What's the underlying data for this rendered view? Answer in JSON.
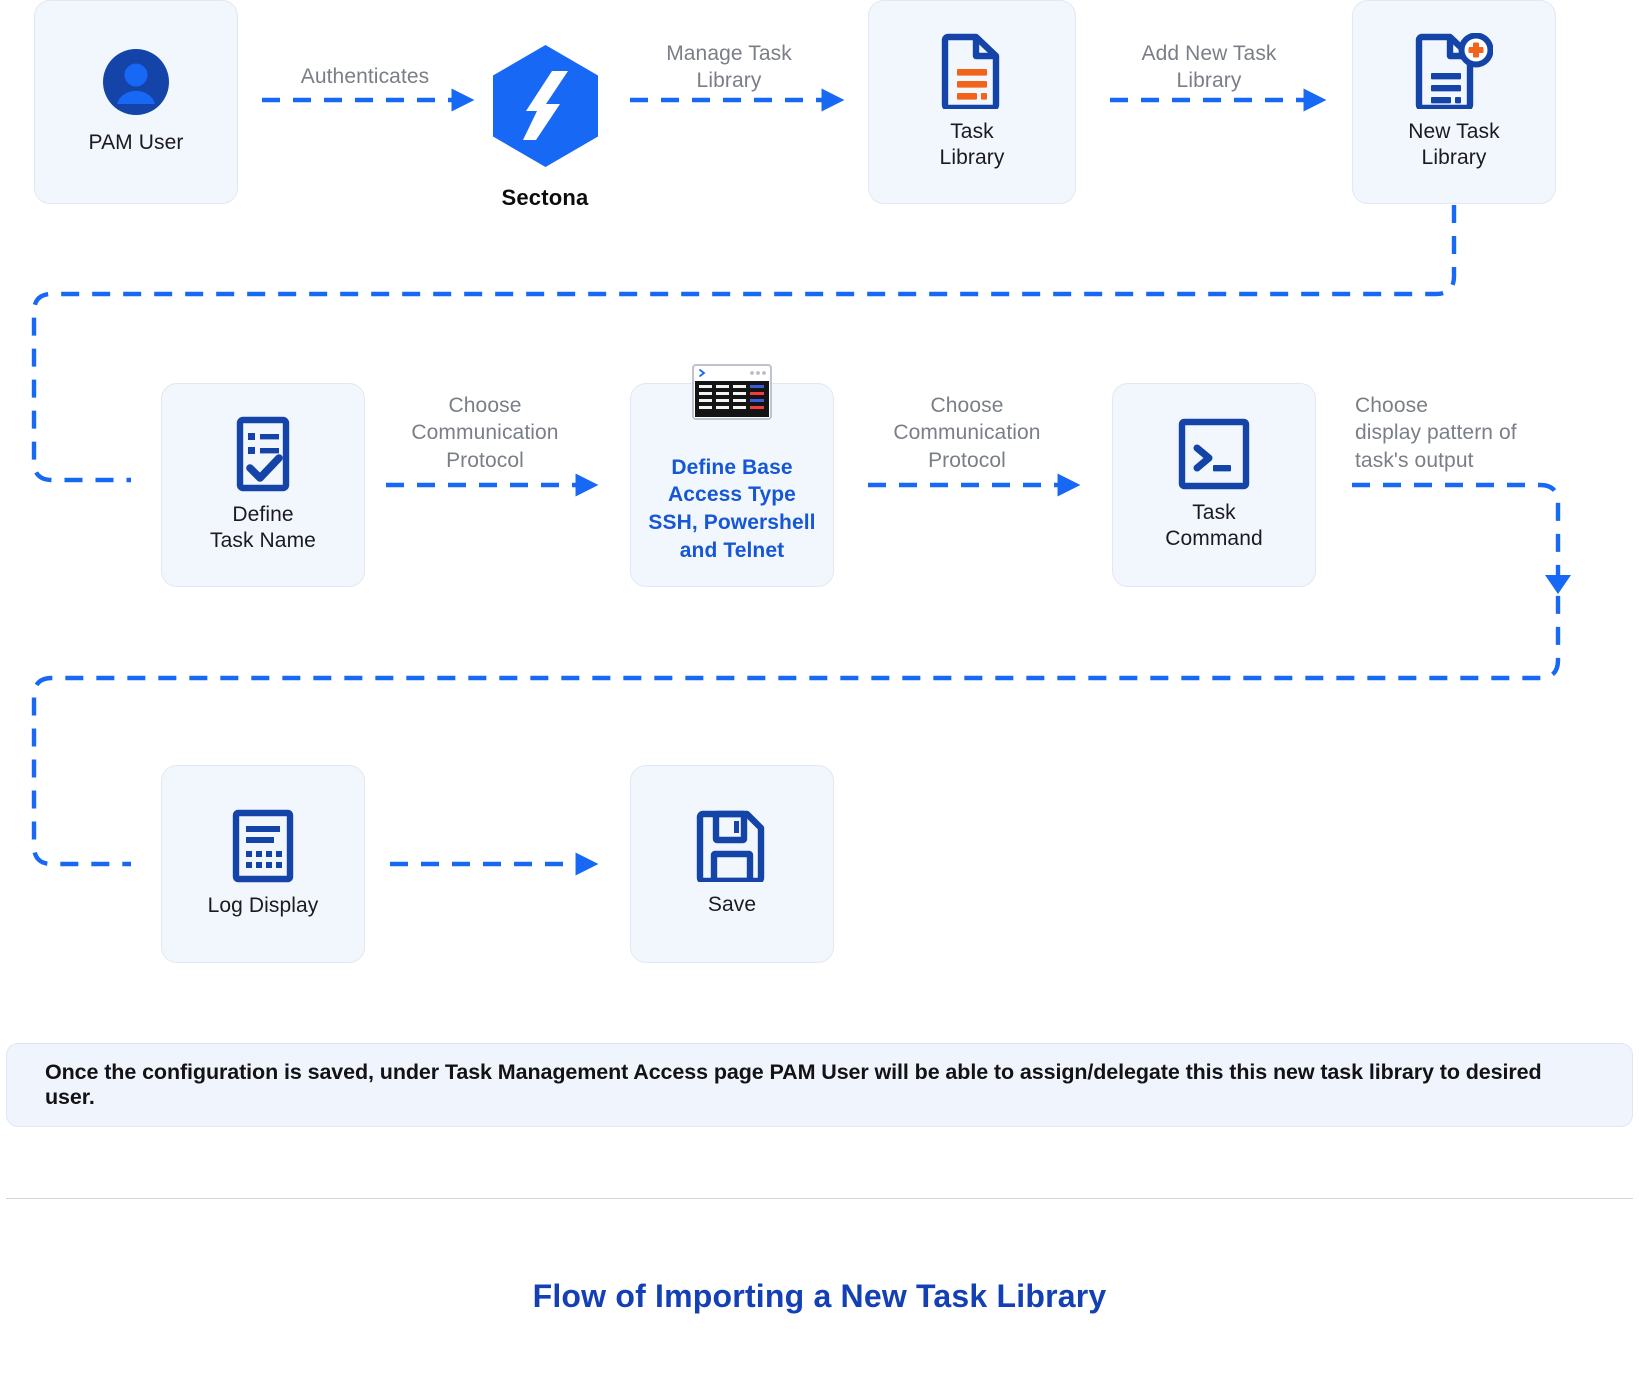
{
  "diagram": {
    "title": "Flow of Importing a New Task Library",
    "accent_color": "#1557d6",
    "wire_color": "#1668f5",
    "card_bg": "#f2f6fd",
    "caption_color": "#7a7f87",
    "icon_color": "#1444a8",
    "icon_accent": "#f2631c",
    "nodes": [
      {
        "id": "pam-user",
        "label": "PAM User",
        "icon": "user-avatar-icon"
      },
      {
        "id": "sectona",
        "label": "Sectona",
        "icon": "sectona-hexagon-logo"
      },
      {
        "id": "task-library",
        "label": "Task\nLibrary",
        "icon": "document-list-icon"
      },
      {
        "id": "new-task-library",
        "label": "New Task\nLibrary",
        "icon": "document-add-icon"
      },
      {
        "id": "define-task-name",
        "label": "Define\nTask Name",
        "icon": "checklist-icon"
      },
      {
        "id": "define-base-access-type",
        "label": "Define Base\nAccess Type\nSSH, Powershell\nand Telnet",
        "icon": "terminal-window-icon"
      },
      {
        "id": "task-command",
        "label": "Task\nCommand",
        "icon": "command-prompt-icon"
      },
      {
        "id": "log-display",
        "label": "Log Display",
        "icon": "log-document-icon"
      },
      {
        "id": "save",
        "label": "Save",
        "icon": "floppy-disk-icon"
      }
    ],
    "edges": [
      {
        "id": "e1",
        "label": "Authenticates",
        "from": "pam-user",
        "to": "sectona"
      },
      {
        "id": "e2",
        "label": "Manage Task\nLibrary",
        "from": "sectona",
        "to": "task-library"
      },
      {
        "id": "e3",
        "label": "Add New Task\nLibrary",
        "from": "task-library",
        "to": "new-task-library"
      },
      {
        "id": "e4",
        "label": "",
        "from": "new-task-library",
        "to": "define-task-name"
      },
      {
        "id": "e5",
        "label": "Choose\nCommunication\nProtocol",
        "from": "define-task-name",
        "to": "define-base-access-type"
      },
      {
        "id": "e6",
        "label": "Choose\nCommunication\nProtocol",
        "from": "define-base-access-type",
        "to": "task-command"
      },
      {
        "id": "e7",
        "label": "Choose\ndisplay pattern of\ntask's output",
        "from": "task-command",
        "to": "log-display"
      },
      {
        "id": "e8",
        "label": "",
        "from": "log-display",
        "to": "save"
      }
    ],
    "note": "Once the configuration is saved, under Task Management Access page PAM User will be able to assign/delegate this this new task library to desired user."
  }
}
